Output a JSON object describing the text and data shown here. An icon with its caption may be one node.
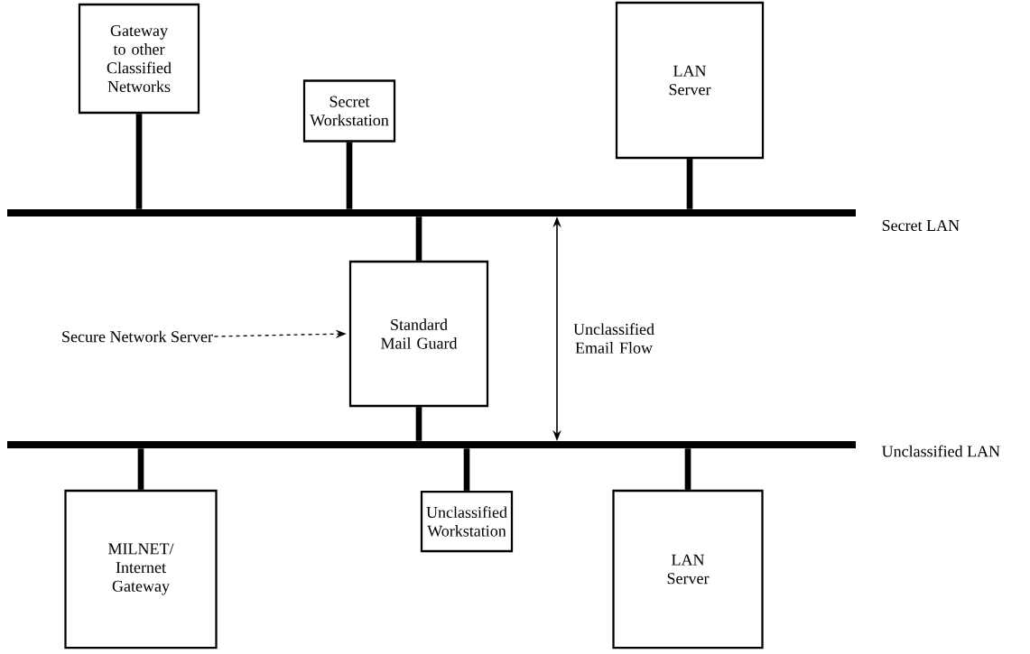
{
  "diagram": {
    "nodes": [
      {
        "text": [
          "Gateway to other Classified Networks"
        ]
      },
      {
        "text": [
          "Secret Workstation"
        ]
      },
      {
        "text": [
          "LAN Server"
        ]
      },
      {
        "text": [],
        "shape": "bar",
        "beside": [
          "Secret LAN"
        ]
      },
      {
        "text": [
          "Secure Network Server"
        ]
      },
      {
        "text": [
          "Standard Mail Guard"
        ]
      },
      {
        "text": [],
        "shape": "bar",
        "beside": [
          "Unclassified LAN"
        ]
      },
      {
        "text": [
          "MILNET/ Internet Gateway"
        ]
      },
      {
        "text": [
          "Unclassified Workstation"
        ]
      },
      {
        "text": [
          "LAN Server"
        ]
      }
    ],
    "edges": [
      {
        "from": 0,
        "to": 3,
        "arrow": "none"
      },
      {
        "from": 1,
        "to": 3,
        "arrow": "none"
      },
      {
        "from": 2,
        "to": 3,
        "arrow": "none"
      },
      {
        "from": 3,
        "to": 5,
        "arrow": "none"
      },
      {
        "from": 4,
        "to": 5,
        "arrow": "to",
        "style": "dashed"
      },
      {
        "from": 3,
        "to": 6,
        "arrow": "both",
        "label": "Unclassified Email Flow"
      },
      {
        "from": 5,
        "to": 6,
        "arrow": "none"
      },
      {
        "from": 6,
        "to": 7,
        "arrow": "none"
      },
      {
        "from": 6,
        "to": 8,
        "arrow": "none"
      },
      {
        "from": 6,
        "to": 9,
        "arrow": "none"
      }
    ]
  }
}
